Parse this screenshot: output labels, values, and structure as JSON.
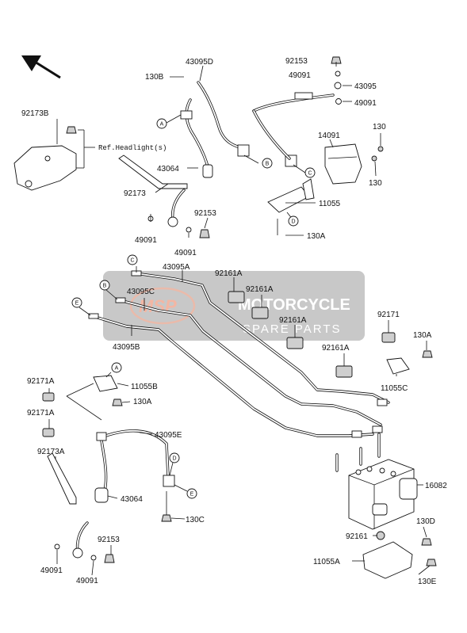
{
  "watermark": {
    "logo": "MSP",
    "line1": "MOTORCYCLE",
    "line2": "SPARE PARTS",
    "color": "#9a9a9a"
  },
  "reference_note": "Ref.Headlight(s)",
  "connector_markers": [
    "A",
    "B",
    "C",
    "D",
    "E"
  ],
  "parts": {
    "p43095D": "43095D",
    "p130B": "130B",
    "p92153_top": "92153",
    "p49091_top1": "49091",
    "p43095": "43095",
    "p49091_top2": "49091",
    "p92173B": "92173B",
    "p14091": "14091",
    "p130_a": "130",
    "p130_b": "130",
    "p43064_top": "43064",
    "p92173": "92173",
    "p92153_mid": "92153",
    "p11055": "11055",
    "p49091_l1": "49091",
    "p49091_l2": "49091",
    "p130A_top": "130A",
    "p43095A": "43095A",
    "p92161A_1": "92161A",
    "p92161A_2": "92161A",
    "p43095C": "43095C",
    "p92161A_3": "92161A",
    "p92171": "92171",
    "p130A_right": "130A",
    "p43095B": "43095B",
    "p92161A_4": "92161A",
    "p11055C": "11055C",
    "p92171A_1": "92171A",
    "p11055B": "11055B",
    "p130A_left": "130A",
    "p92171A_2": "92171A",
    "p43095E": "43095E",
    "p92173A": "92173A",
    "p16082": "16082",
    "p43064_bot": "43064",
    "p130C": "130C",
    "p130D": "130D",
    "p92161": "92161",
    "p92153_bot": "92153",
    "p11055A": "11055A",
    "p49091_b1": "49091",
    "p49091_b2": "49091",
    "p130E": "130E"
  }
}
